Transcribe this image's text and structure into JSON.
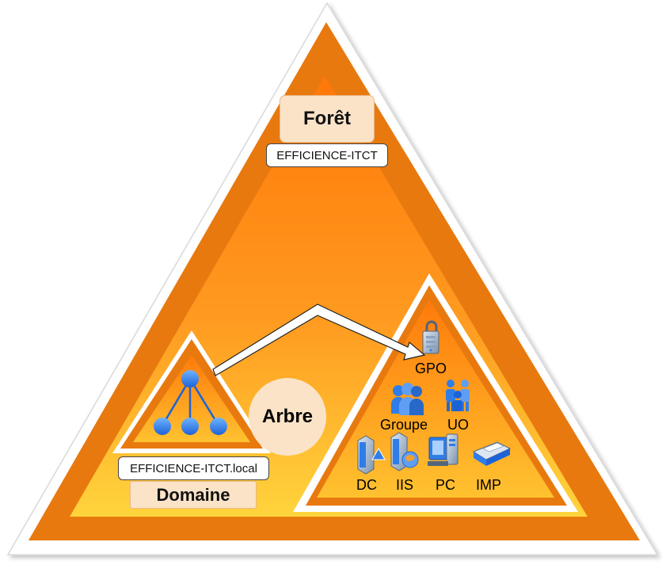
{
  "colors": {
    "outer_border": "#e87a10",
    "gradient_top": "#ff7e0e",
    "gradient_bottom": "#ffd23a",
    "pale_box": "#fbe3c8",
    "node_blue": "#2f7de8"
  },
  "forest": {
    "title": "Forêt",
    "name": "EFFICIENCE-ITCT"
  },
  "tree": {
    "label": "Arbre"
  },
  "domain": {
    "title": "Domaine",
    "name": "EFFICIENCE-ITCT.local",
    "icon": "hierarchy-icon"
  },
  "objects": [
    {
      "label": "GPO",
      "icon": "lock-server-icon"
    },
    {
      "label": "Groupe",
      "icon": "group-icon"
    },
    {
      "label": "UO",
      "icon": "org-unit-icon"
    },
    {
      "label": "DC",
      "icon": "domain-controller-icon"
    },
    {
      "label": "IIS",
      "icon": "web-server-icon"
    },
    {
      "label": "PC",
      "icon": "workstation-icon"
    },
    {
      "label": "IMP",
      "icon": "printer-icon"
    }
  ]
}
